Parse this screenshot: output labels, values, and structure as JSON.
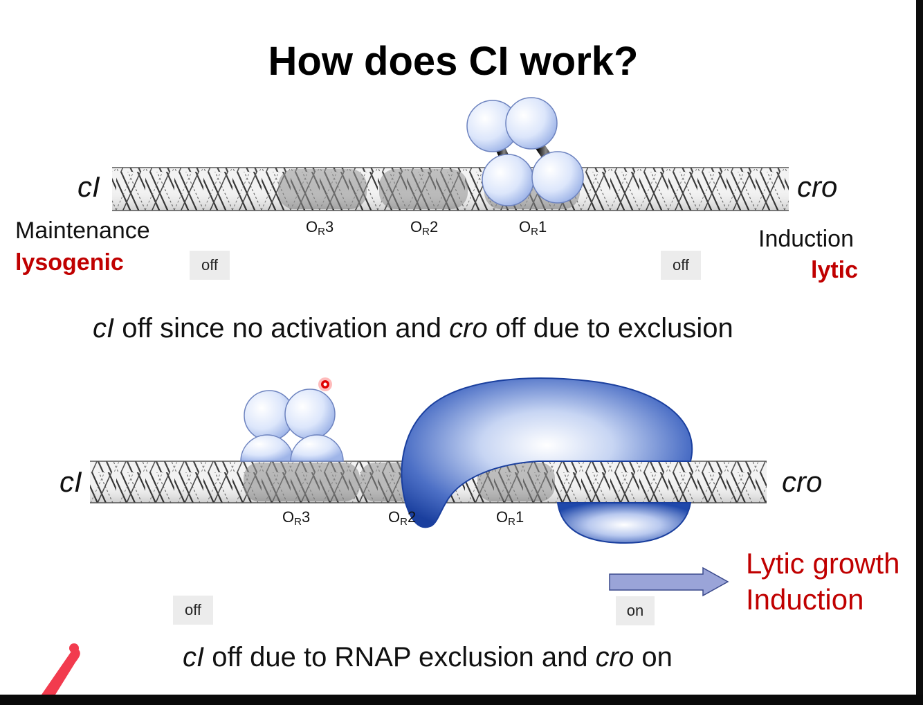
{
  "title": "How does CI work?",
  "top_panel": {
    "gene_left": "cI",
    "gene_right": "cro",
    "left_note": "Maintenance",
    "left_mode": "lysogenic",
    "right_note": "Induction",
    "right_mode": "lytic",
    "operators": [
      {
        "main": "O",
        "sub": "R",
        "num": "3"
      },
      {
        "main": "O",
        "sub": "R",
        "num": "2"
      },
      {
        "main": "O",
        "sub": "R",
        "num": "1"
      }
    ],
    "left_state": "off",
    "right_state": "off",
    "caption": {
      "gene_a": "cI",
      "text_a": " off since no activation and ",
      "gene_b": "cro",
      "text_b": " off due to exclusion"
    }
  },
  "bottom_panel": {
    "gene_left": "cI",
    "gene_right": "cro",
    "operators": [
      {
        "main": "O",
        "sub": "R",
        "num": "3"
      },
      {
        "main": "O",
        "sub": "R",
        "num": "2"
      },
      {
        "main": "O",
        "sub": "R",
        "num": "1"
      }
    ],
    "left_state": "off",
    "right_state": "on",
    "outcome_line1": "Lytic growth",
    "outcome_line2": "Induction",
    "caption": {
      "gene_a": "cI",
      "text_a": " off due to RNAP exclusion and ",
      "gene_b": "cro",
      "text_b": " on"
    }
  },
  "colors": {
    "accent_red": "#c00000",
    "repressor_fill": "#dbe6fb",
    "rnap_blue": "#1d47b0",
    "arrow_fill": "#9aa4d8"
  }
}
